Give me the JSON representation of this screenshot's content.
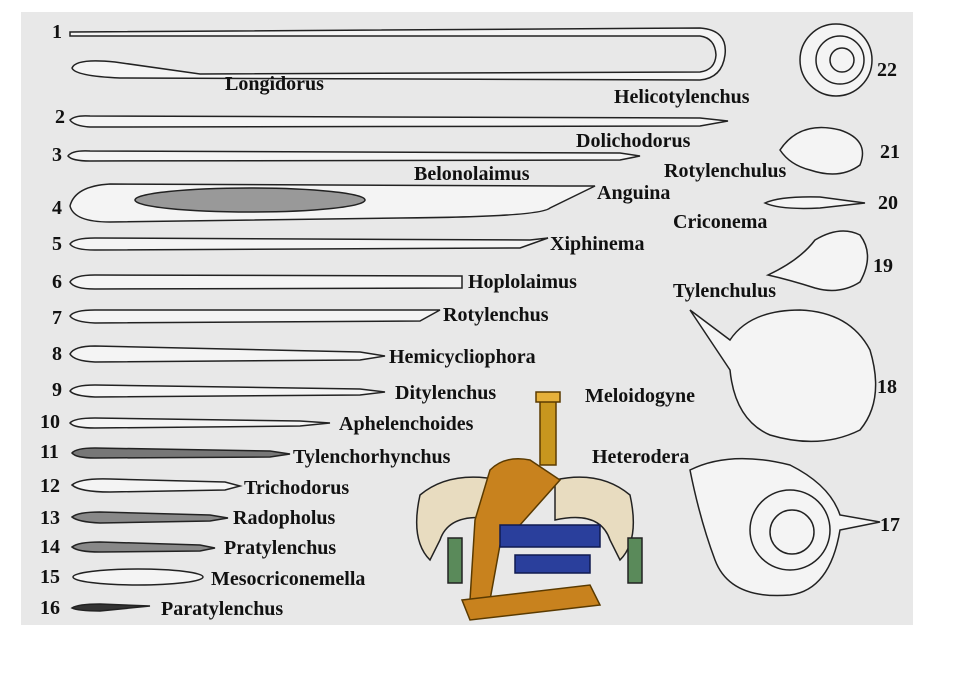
{
  "specimens": [
    {
      "number": "1",
      "name": "Longidorus"
    },
    {
      "number": "2",
      "name": "Dolichodorus"
    },
    {
      "number": "3",
      "name": "Belonolaimus"
    },
    {
      "number": "4",
      "name": "Anguina"
    },
    {
      "number": "5",
      "name": "Xiphinema"
    },
    {
      "number": "6",
      "name": "Hoplolaimus"
    },
    {
      "number": "7",
      "name": "Rotylenchus"
    },
    {
      "number": "8",
      "name": "Hemicycliophora"
    },
    {
      "number": "9",
      "name": "Ditylenchus"
    },
    {
      "number": "10",
      "name": "Aphelenchoides"
    },
    {
      "number": "11",
      "name": "Tylenchorhynchus"
    },
    {
      "number": "12",
      "name": "Trichodorus"
    },
    {
      "number": "13",
      "name": "Radopholus"
    },
    {
      "number": "14",
      "name": "Pratylenchus"
    },
    {
      "number": "15",
      "name": "Mesocriconemella"
    },
    {
      "number": "16",
      "name": "Paratylenchus"
    },
    {
      "number": "17",
      "name": "Heterodera"
    },
    {
      "number": "18",
      "name": "Meloidogyne"
    },
    {
      "number": "19",
      "name": "Tylenchulus"
    },
    {
      "number": "20",
      "name": "Criconema"
    },
    {
      "number": "21",
      "name": "Rotylenchulus"
    },
    {
      "number": "22",
      "name": "Helicotylenchus"
    }
  ]
}
